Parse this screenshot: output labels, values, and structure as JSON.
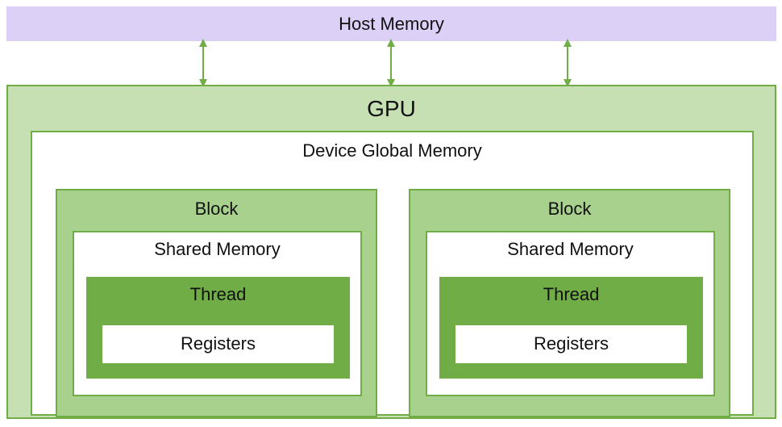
{
  "host_memory": {
    "label": "Host Memory"
  },
  "gpu": {
    "label": "GPU",
    "device_global_memory": {
      "label": "Device Global Memory"
    },
    "blocks": [
      {
        "label": "Block",
        "shared_memory": {
          "label": "Shared Memory"
        },
        "thread": {
          "label": "Thread",
          "registers": {
            "label": "Registers"
          }
        }
      },
      {
        "label": "Block",
        "shared_memory": {
          "label": "Shared Memory"
        },
        "thread": {
          "label": "Thread",
          "registers": {
            "label": "Registers"
          }
        }
      }
    ]
  },
  "colors": {
    "host": "#dcd0f7",
    "gpu": "#c6e0b4",
    "block": "#a9d18e",
    "thread": "#70ad47",
    "border": "#70ad47",
    "arrow": "#70ad47"
  },
  "connections": [
    {
      "from": "host-memory",
      "to": "gpu",
      "direction": "bidirectional"
    },
    {
      "from": "host-memory",
      "to": "gpu",
      "direction": "bidirectional"
    },
    {
      "from": "host-memory",
      "to": "gpu",
      "direction": "bidirectional"
    }
  ]
}
